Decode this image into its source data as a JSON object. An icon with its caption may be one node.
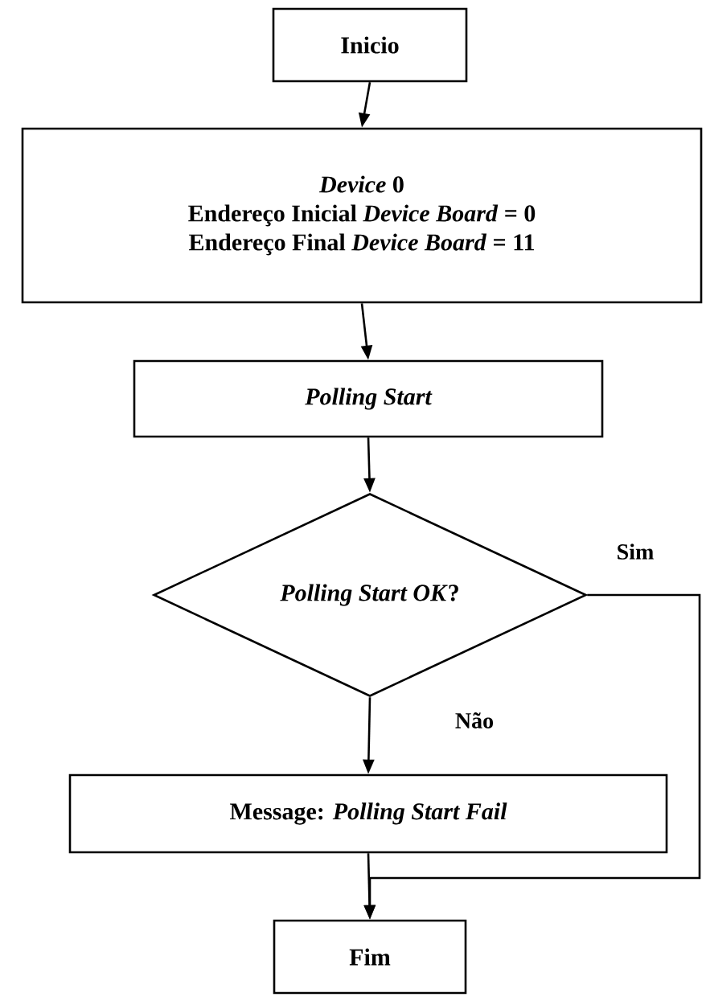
{
  "diagram": {
    "nodes": [
      {
        "text": [
          "Inicio"
        ]
      },
      {
        "text": [
          "*Device* 0",
          "Endereço Inicial *Device Board* = 0",
          "Endereço Final *Device Board* = 11"
        ]
      },
      {
        "text": [
          "Polling Start"
        ]
      },
      {
        "text": [
          "*Polling Start OK*?"
        ]
      },
      {
        "text": [
          "Message: *Polling Start Fail*"
        ]
      },
      {
        "text": [
          "Fim"
        ]
      }
    ],
    "edges": [
      {
        "from": 0,
        "to": 1,
        "arrow": "to"
      },
      {
        "from": 1,
        "to": 2,
        "arrow": "to"
      },
      {
        "from": 2,
        "to": 3,
        "arrow": "to"
      },
      {
        "from": 3,
        "to": 4,
        "arrow": "to",
        "label": "Não"
      },
      {
        "from": 4,
        "to": 5,
        "arrow": "to"
      },
      {
        "from": 3,
        "to": 5,
        "arrow": "to",
        "label": "Sim"
      }
    ]
  }
}
